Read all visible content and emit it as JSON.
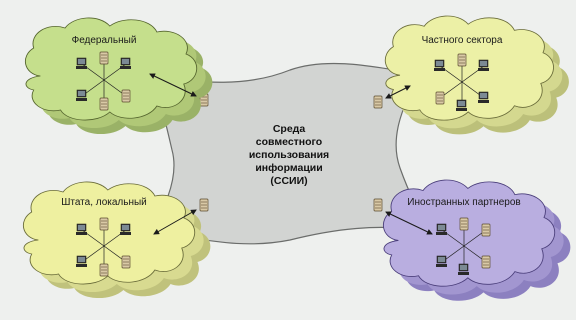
{
  "center": {
    "lines": [
      "Среда",
      "совместного",
      "использования",
      "информации",
      "(ССИИ)"
    ],
    "fill": "#d2d4d2"
  },
  "clouds": [
    {
      "id": "federal",
      "label": "Федеральный",
      "fill": "#c5df8c",
      "shadow": "#9ab267"
    },
    {
      "id": "private",
      "label": "Частного сектора",
      "fill": "#ecf0a6",
      "shadow": "#bcc07a"
    },
    {
      "id": "state",
      "label": "Штата, локальный",
      "fill": "#eef0a0",
      "shadow": "#c0c27c"
    },
    {
      "id": "foreign",
      "label": "Иностранных партнеров",
      "fill": "#b9aee0",
      "shadow": "#8c80c0"
    }
  ]
}
